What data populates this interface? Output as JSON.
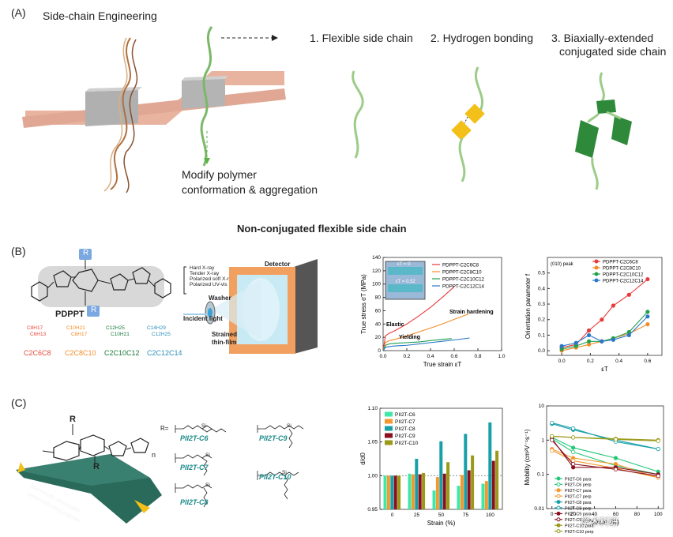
{
  "panelA": {
    "letter": "(A)",
    "title": "Side-chain Engineering",
    "item1": "1. Flexible side chain",
    "item2": "2. Hydrogen bonding",
    "item3a": "3. Biaxially-extended",
    "item3b": "conjugated side chain",
    "modify1": "Modify polymer",
    "modify2": "conformation & aggregation"
  },
  "section_title": "Non-conjugated flexible side chain",
  "panelB": {
    "letter": "(B)",
    "molecule_name": "PDPPT",
    "r_label": "R",
    "sidechains": [
      {
        "name": "C2C6C8",
        "color": "#e84a3a",
        "top": "C8H17",
        "sub": "C6H13"
      },
      {
        "name": "C2C8C10",
        "color": "#f28c28",
        "top": "C10H21",
        "sub": "C8H17"
      },
      {
        "name": "C2C10C12",
        "color": "#1a7a3a",
        "top": "C12H25",
        "sub": "C10H21"
      },
      {
        "name": "C2C12C14",
        "color": "#2a8fb8",
        "top": "C14H29",
        "sub": "C12H25"
      }
    ],
    "techniques": [
      "Hard X-ray",
      "Tender X-ray",
      "Polarized soft X-ray",
      "Polarized UV-vis"
    ],
    "detector": "Detector",
    "washer": "Washer",
    "incident": "Incident light",
    "strained1": "Strained",
    "strained2": "thin-film",
    "inset1": "εT = 0",
    "inset2": "εT = 0.52",
    "elastic": "Elastic",
    "yielding": "Yielding",
    "hardening": "Strain hardening",
    "chart1_data": {
      "type": "line",
      "xlabel": "True strain εT",
      "ylabel": "True stress σT (MPa)",
      "xlim": [
        0,
        1.0
      ],
      "ylim": [
        0,
        140
      ],
      "xticks": [
        "0.0",
        "0.2",
        "0.4",
        "0.6",
        "0.8",
        "1.0"
      ],
      "yticks": [
        "0",
        "20",
        "40",
        "60",
        "80",
        "100",
        "120",
        "140"
      ],
      "series": [
        {
          "name": "PDPPT-C2C6C8",
          "color": "#e83a3a",
          "x": [
            0,
            0.02,
            0.05,
            0.1,
            0.2,
            0.3,
            0.4,
            0.5,
            0.6
          ],
          "y": [
            0,
            22,
            26,
            30,
            40,
            52,
            65,
            80,
            96
          ]
        },
        {
          "name": "PDPPT-C2C8C10",
          "color": "#f28c28",
          "x": [
            0,
            0.02,
            0.05,
            0.1,
            0.2,
            0.3,
            0.4,
            0.5,
            0.6,
            0.72
          ],
          "y": [
            0,
            12,
            15,
            17,
            22,
            28,
            34,
            40,
            47,
            55
          ]
        },
        {
          "name": "PDPPT-C2C10C12",
          "color": "#22a050",
          "x": [
            0,
            0.02,
            0.05,
            0.1,
            0.2,
            0.3,
            0.4,
            0.5,
            0.58
          ],
          "y": [
            0,
            8,
            10,
            11,
            12,
            13,
            15,
            17,
            18
          ]
        },
        {
          "name": "PDPPT-C2C12C14",
          "color": "#2a78c8",
          "x": [
            0,
            0.02,
            0.05,
            0.1,
            0.2,
            0.3,
            0.4,
            0.5,
            0.6,
            0.73
          ],
          "y": [
            0,
            5,
            6,
            7,
            8,
            10,
            12,
            14,
            16,
            19
          ]
        }
      ]
    },
    "chart2_data": {
      "type": "line",
      "annotation": "(010) peak",
      "xlabel": "εT",
      "ylabel": "Orientation parameter f",
      "xlim": [
        -0.1,
        0.7
      ],
      "ylim": [
        -0.03,
        0.6
      ],
      "xticks": [
        "0.0",
        "0.2",
        "0.4",
        "0.6"
      ],
      "yticks": [
        "0.0",
        "0.1",
        "0.2",
        "0.3",
        "0.4",
        "0.5"
      ],
      "series": [
        {
          "name": "PDPPT-C2C6C8",
          "color": "#e83a3a",
          "x": [
            0,
            0.1,
            0.19,
            0.28,
            0.36,
            0.47,
            0.6
          ],
          "y": [
            0.02,
            0.04,
            0.13,
            0.2,
            0.29,
            0.36,
            0.46
          ]
        },
        {
          "name": "PDPPT-C2C8C10",
          "color": "#f28c28",
          "x": [
            0,
            0.1,
            0.19,
            0.28,
            0.36,
            0.47,
            0.6
          ],
          "y": [
            0.0,
            0.02,
            0.04,
            0.06,
            0.08,
            0.11,
            0.17
          ]
        },
        {
          "name": "PDPPT-C2C10C12",
          "color": "#22a050",
          "x": [
            0,
            0.1,
            0.19,
            0.28,
            0.36,
            0.47,
            0.6
          ],
          "y": [
            0.01,
            0.03,
            0.06,
            0.06,
            0.08,
            0.12,
            0.25
          ]
        },
        {
          "name": "PDPPT-C2C12C14",
          "color": "#2a78c8",
          "x": [
            0,
            0.1,
            0.19,
            0.28,
            0.36,
            0.47,
            0.6
          ],
          "y": [
            0.03,
            0.05,
            0.1,
            0.06,
            0.07,
            0.1,
            0.22
          ]
        }
      ]
    }
  },
  "panelC": {
    "letter": "(C)",
    "polymer_label1": "Intrinsically stretchable",
    "polymer_label2": "semiconducting polymer",
    "r_label": "R",
    "r_eq": "R=",
    "n_label": "n",
    "si_label": "Si",
    "chains": [
      "PII2T-C6",
      "PII2T-C7",
      "PII2T-C8",
      "PII2T-C9",
      "PII2T-C10"
    ],
    "chart3_data": {
      "type": "bar",
      "xlabel": "Strain (%)",
      "ylabel": "d/d0",
      "categories": [
        "0",
        "25",
        "50",
        "75",
        "100"
      ],
      "ylim": [
        0.95,
        1.1
      ],
      "yticks": [
        "0.95",
        "1.00",
        "1.05",
        "1.10"
      ],
      "series": [
        {
          "name": "PII2T-C6",
          "color": "#3ee8a8",
          "values": [
            1.0,
            1.003,
            0.978,
            0.985,
            0.988
          ]
        },
        {
          "name": "PII2T-C7",
          "color": "#f29a30",
          "values": [
            1.0,
            1.002,
            0.998,
            1.001,
            0.992
          ]
        },
        {
          "name": "PII2T-C8",
          "color": "#18a0a8",
          "values": [
            1.0,
            1.025,
            1.051,
            1.062,
            1.079
          ]
        },
        {
          "name": "PII2T-C9",
          "color": "#8a1020",
          "values": [
            1.0,
            1.002,
            1.003,
            1.008,
            1.022
          ]
        },
        {
          "name": "PII2T-C10",
          "color": "#9a9a18",
          "values": [
            1.0,
            1.004,
            1.02,
            1.03,
            1.037
          ]
        }
      ]
    },
    "chart4_data": {
      "type": "line",
      "xlabel": "Strain (%)",
      "ylabel": "Mobility (cm²V⁻¹s⁻¹)",
      "yscale": "log",
      "xlim": [
        -5,
        105
      ],
      "ylim": [
        0.01,
        10
      ],
      "xticks": [
        "0",
        "20",
        "40",
        "60",
        "80",
        "100"
      ],
      "yticks": [
        "0.01",
        "0.1",
        "1",
        "10"
      ],
      "series": [
        {
          "name": "PII2T-C6 para",
          "color": "#22c878",
          "filled": true,
          "x": [
            0,
            20,
            60,
            100
          ],
          "y": [
            1.2,
            0.6,
            0.3,
            0.12
          ]
        },
        {
          "name": "PII2T-C6 perp",
          "color": "#22c878",
          "filled": false,
          "x": [
            0,
            20,
            60,
            100
          ],
          "y": [
            1.1,
            0.45,
            0.18,
            0.1
          ]
        },
        {
          "name": "PII2T-C7 para",
          "color": "#f29a30",
          "filled": true,
          "x": [
            0,
            20,
            60,
            100
          ],
          "y": [
            0.55,
            0.3,
            0.2,
            0.08
          ]
        },
        {
          "name": "PII2T-C7 perp",
          "color": "#f29a30",
          "filled": false,
          "x": [
            0,
            20,
            60,
            100
          ],
          "y": [
            0.5,
            0.25,
            0.15,
            0.08
          ]
        },
        {
          "name": "PII2T-C8 para",
          "color": "#18a0a8",
          "filled": true,
          "x": [
            0,
            20,
            60,
            100
          ],
          "y": [
            3.0,
            2.0,
            1.0,
            0.55
          ]
        },
        {
          "name": "PII2T-C8 perp",
          "color": "#18a0a8",
          "filled": false,
          "x": [
            0,
            20,
            60,
            100
          ],
          "y": [
            3.2,
            2.2,
            0.9,
            0.55
          ]
        },
        {
          "name": "PII2T-C9 para",
          "color": "#8a1020",
          "filled": true,
          "x": [
            0,
            20,
            60,
            100
          ],
          "y": [
            1.1,
            0.16,
            0.16,
            0.1
          ]
        },
        {
          "name": "PII2T-C9 perp",
          "color": "#8a1020",
          "filled": false,
          "x": [
            0,
            20,
            60,
            100
          ],
          "y": [
            1.0,
            0.2,
            0.14,
            0.09
          ]
        },
        {
          "name": "PII2T-C10 para",
          "color": "#9a9a18",
          "filled": true,
          "x": [
            0,
            20,
            60,
            100
          ],
          "y": [
            1.3,
            1.2,
            1.1,
            1.0
          ]
        },
        {
          "name": "PII2T-C10 perp",
          "color": "#9a9a18",
          "filled": false,
          "x": [
            0,
            20,
            60,
            100
          ],
          "y": [
            1.3,
            1.2,
            1.05,
            0.95
          ]
        }
      ]
    },
    "watermark": "学术科研"
  }
}
